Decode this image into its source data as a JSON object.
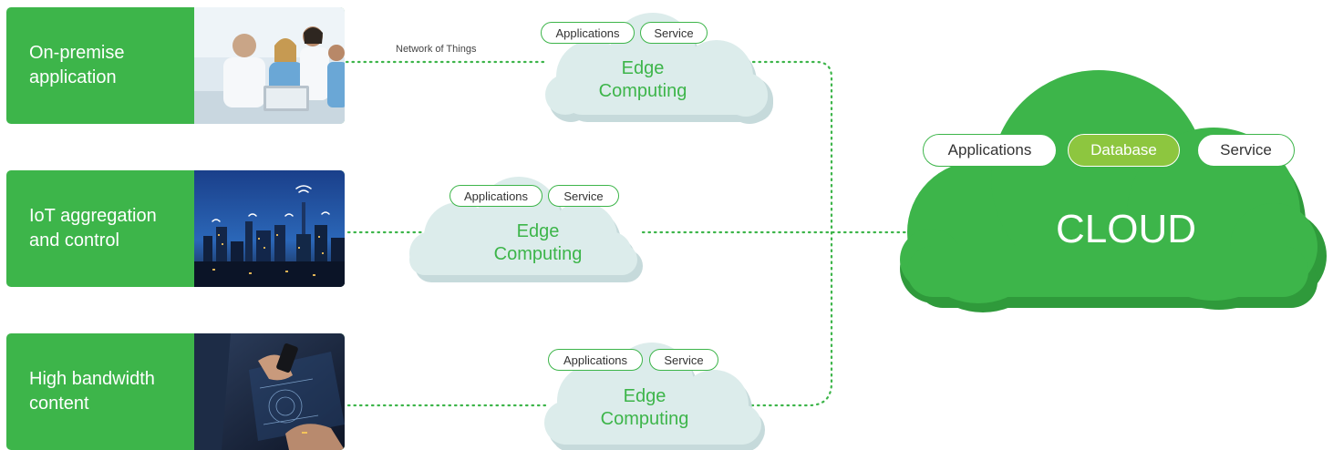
{
  "colors": {
    "brand_green": "#3db54a",
    "edge_cloud": "#dceceb",
    "edge_cloud_shadow": "#c6dadb",
    "database_accent": "#8dc63f",
    "connector": "#3db54a"
  },
  "sources": [
    {
      "label_line1": "On-premise",
      "label_line2": "application",
      "image": "doctors-with-laptop-photo"
    },
    {
      "label_line1": "IoT aggregation",
      "label_line2": "and control",
      "image": "city-skyline-photo"
    },
    {
      "label_line1": "High bandwidth",
      "label_line2": "content",
      "image": "hand-holding-phone-photo"
    }
  ],
  "network_label": "Network of Things",
  "edges": [
    {
      "applications": "Applications",
      "service": "Service",
      "title_line1": "Edge",
      "title_line2": "Computing"
    },
    {
      "applications": "Applications",
      "service": "Service",
      "title_line1": "Edge",
      "title_line2": "Computing"
    },
    {
      "applications": "Applications",
      "service": "Service",
      "title_line1": "Edge",
      "title_line2": "Computing"
    }
  ],
  "cloud": {
    "title": "CLOUD",
    "pills": [
      "Applications",
      "Database",
      "Service"
    ]
  }
}
